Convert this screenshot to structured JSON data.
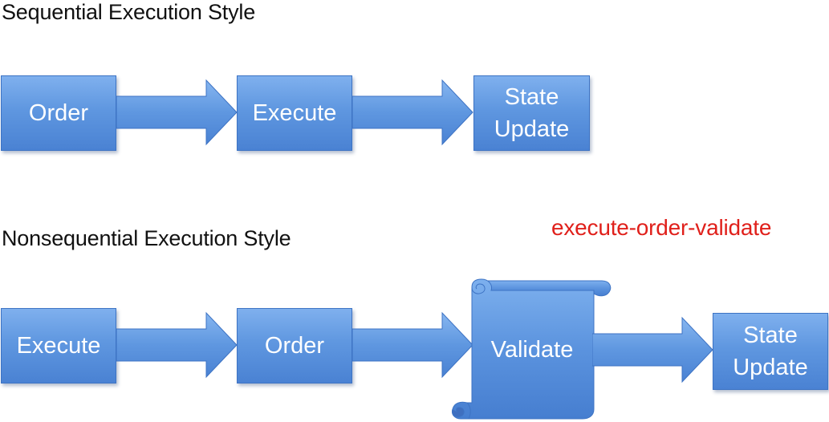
{
  "diagram": {
    "sequential": {
      "title": "Sequential Execution Style",
      "steps": [
        {
          "label": "Order"
        },
        {
          "label": "Execute"
        },
        {
          "label_line1": "State",
          "label_line2": "Update"
        }
      ]
    },
    "nonsequential": {
      "title": "Nonsequential Execution Style",
      "annotation": "execute-order-validate",
      "steps": [
        {
          "label": "Execute"
        },
        {
          "label": "Order"
        },
        {
          "label": "Validate"
        },
        {
          "label_line1": "State",
          "label_line2": "Update"
        }
      ]
    },
    "colors": {
      "box_fill": "#5f97e0",
      "box_border": "#3d73c4",
      "annotation": "#e0201b"
    }
  }
}
